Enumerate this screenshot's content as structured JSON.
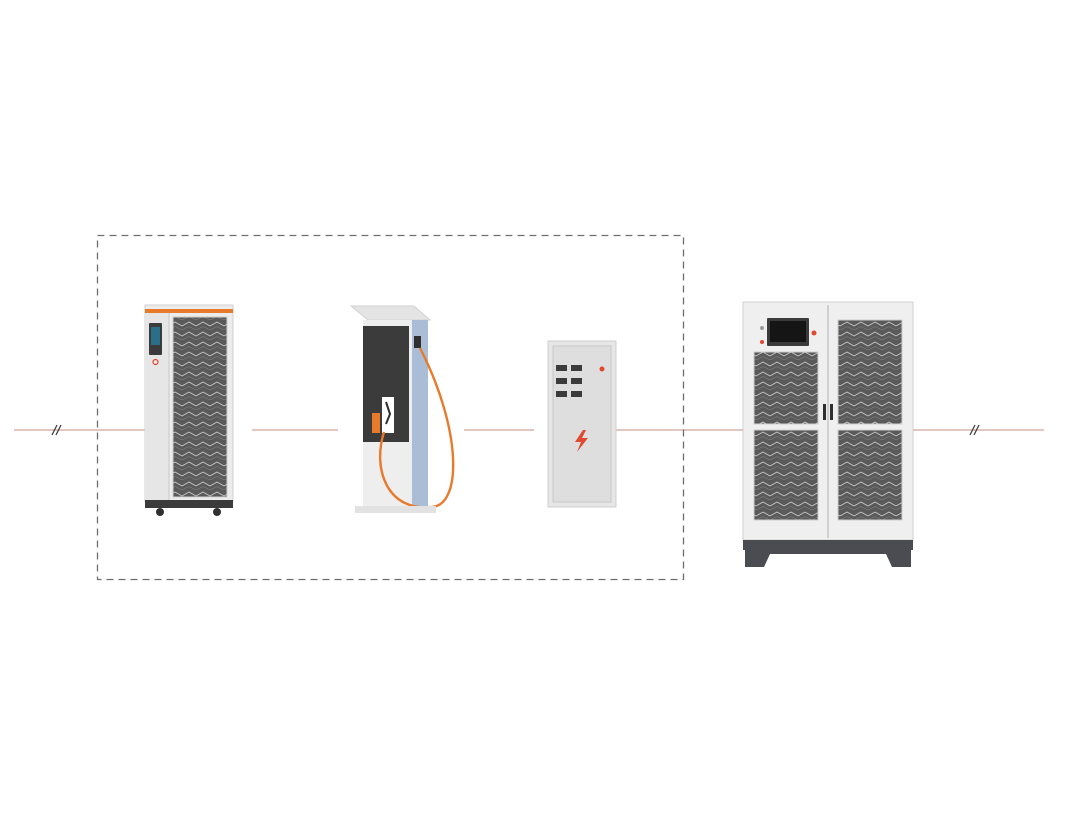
{
  "colors": {
    "background": "#ffffff",
    "wire": "#d9b3ab",
    "dashed_border": "#6f6f6f",
    "accent_orange": "#e87a2c",
    "accent_red": "#e0492f",
    "panel_light": "#eeeeee",
    "panel_mid": "#dcdcdc",
    "panel_dark": "#3b3b3b",
    "grille": "#5a5a5a",
    "base_dark": "#4a4c52",
    "dispenser_blue": "#a9bed6"
  },
  "diagram": {
    "elements": [
      {
        "name": "battery-storage-cabinet",
        "icon": "battery-cabinet-icon"
      },
      {
        "name": "ev-charging-dispenser",
        "icon": "ev-charger-icon"
      },
      {
        "name": "power-distribution-box",
        "icon": "distribution-box-icon"
      },
      {
        "name": "power-conversion-cabinet",
        "icon": "power-cabinet-icon"
      }
    ],
    "connections": [
      {
        "from": "grid-left",
        "to": "battery-storage-cabinet",
        "break_mark": true
      },
      {
        "from": "battery-storage-cabinet",
        "to": "ev-charging-dispenser",
        "break_mark": false
      },
      {
        "from": "ev-charging-dispenser",
        "to": "power-distribution-box",
        "break_mark": false
      },
      {
        "from": "power-distribution-box",
        "to": "power-conversion-cabinet",
        "break_mark": false
      },
      {
        "from": "power-conversion-cabinet",
        "to": "grid-right",
        "break_mark": true
      }
    ],
    "boundary_groups": [
      {
        "members": [
          "battery-storage-cabinet",
          "ev-charging-dispenser",
          "power-distribution-box"
        ],
        "style": "dashed"
      }
    ]
  }
}
